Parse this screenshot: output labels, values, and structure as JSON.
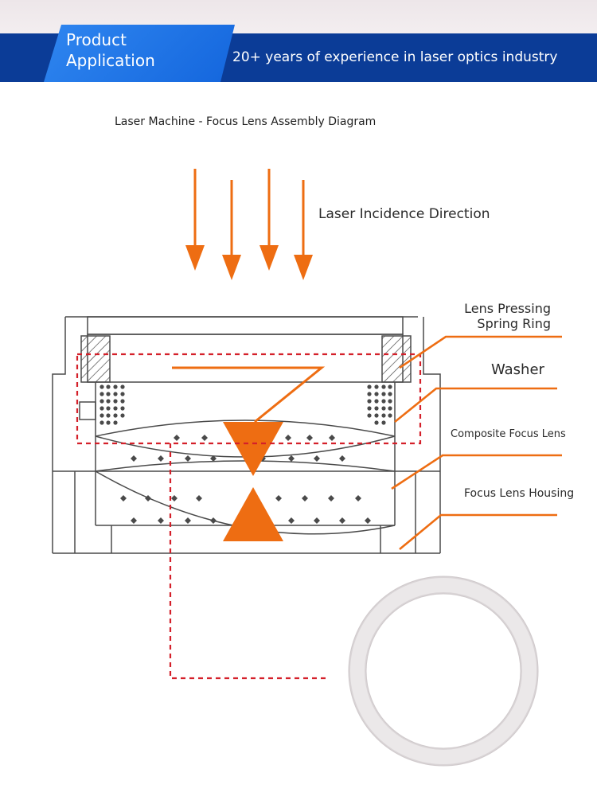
{
  "header": {
    "tab_line1": "Product",
    "tab_line2": "Application",
    "tagline": "20+ years of experience in laser optics industry"
  },
  "diagram": {
    "caption": "Laser Machine - Focus Lens Assembly Diagram",
    "labels": {
      "incidence": "Laser Incidence Direction",
      "spring_line1": "Lens Pressing",
      "spring_line2": "Spring Ring",
      "washer": "Washer",
      "composite": "Composite Focus Lens",
      "housing": "Focus Lens Housing"
    }
  },
  "colors": {
    "banner": "#0b3c97",
    "tab": "#2f86f0",
    "accent_orange": "#ee6d12",
    "dashed_red": "#d4202a",
    "outline": "#4a4a4a"
  }
}
